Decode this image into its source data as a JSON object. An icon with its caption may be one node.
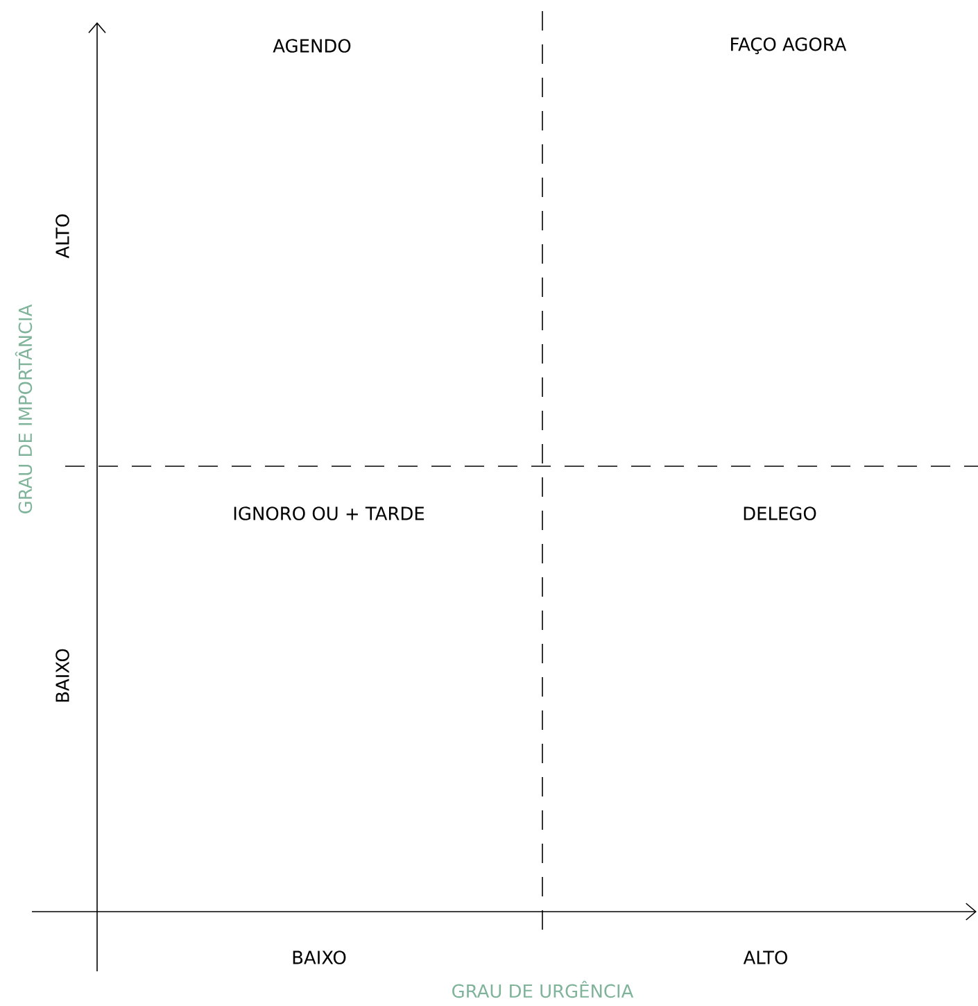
{
  "diagram": {
    "labels": [
      "AGENDO",
      "FAÇO AGORA",
      "ALTO",
      "GRAU DE IMPORTÂNCIA",
      "IGNORO OU + TARDE",
      "DELEGO",
      "BAIXO",
      "BAIXO",
      "ALTO",
      "GRAU DE URGÊNCIA"
    ]
  }
}
